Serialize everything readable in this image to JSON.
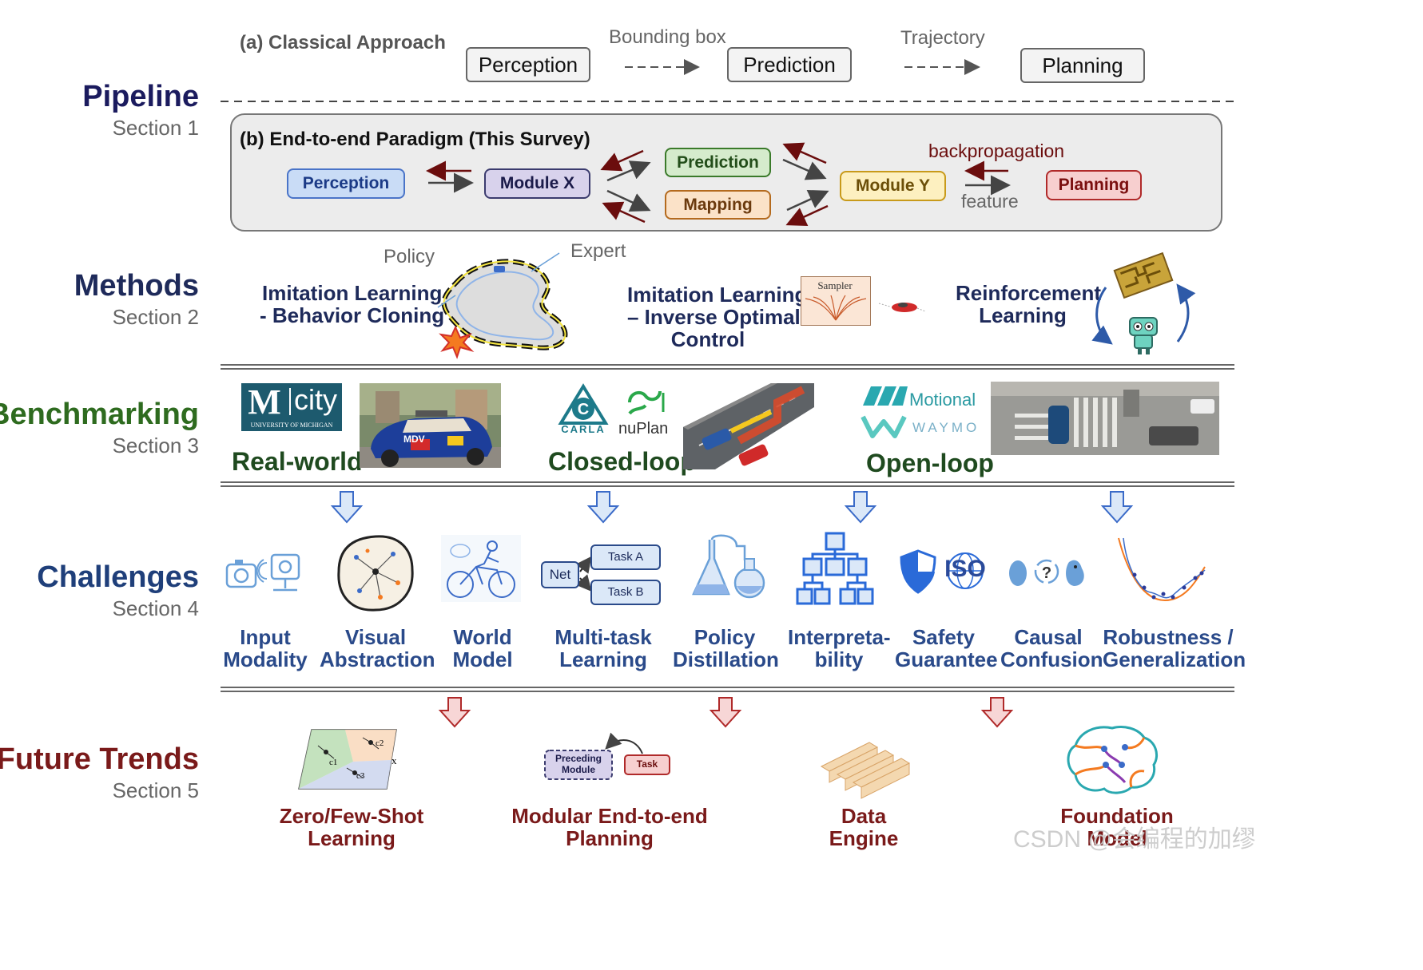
{
  "sections": {
    "pipeline": {
      "title": "Pipeline",
      "sub": "Section 1",
      "color": "#1b1b5e"
    },
    "methods": {
      "title": "Methods",
      "sub": "Section 2",
      "color": "#1e2a5a"
    },
    "benchmarking": {
      "title": "Benchmarking",
      "sub": "Section 3",
      "color": "#2e6b1f"
    },
    "challenges": {
      "title": "Challenges",
      "sub": "Section 4",
      "color": "#1f3f7a"
    },
    "future": {
      "title": "Future Trends",
      "sub": "Section 5",
      "color": "#7a1a1a"
    }
  },
  "classical": {
    "heading": "(a) Classical Approach",
    "perception": "Perception",
    "prediction": "Prediction",
    "planning": "Planning",
    "edge1": "Bounding box",
    "edge2": "Trajectory"
  },
  "e2e": {
    "heading": "(b) End-to-end Paradigm (This Survey)",
    "perception": "Perception",
    "module_x": "Module X",
    "prediction": "Prediction",
    "mapping": "Mapping",
    "module_y": "Module Y",
    "planning": "Planning",
    "backprop": "backpropagation",
    "feature": "feature"
  },
  "methods": {
    "policy": "Policy",
    "expert": "Expert",
    "bc_line1": "Imitation Learning",
    "bc_line2": "- Behavior Cloning",
    "ioc_line1": "Imitation Learning",
    "ioc_line2": "– Inverse Optimal",
    "ioc_line3": "Control",
    "sampler": "Sampler",
    "rl_line1": "Reinforcement",
    "rl_line2": "Learning"
  },
  "benchmarking": {
    "realworld": "Real-world",
    "closedloop": "Closed-loop",
    "openloop": "Open-loop",
    "mcity_m": "M",
    "mcity_city": "city",
    "mcity_univ": "UNIVERSITY OF MICHIGAN",
    "carla": "CARLA",
    "nuplan": "nuPlan",
    "motional": "Motional",
    "waymo": "WAYMO",
    "car_tag": "MDV"
  },
  "challenges": [
    {
      "l1": "Input",
      "l2": "Modality"
    },
    {
      "l1": "Visual",
      "l2": "Abstraction"
    },
    {
      "l1": "World",
      "l2": "Model"
    },
    {
      "l1": "Multi-task",
      "l2": "Learning"
    },
    {
      "l1": "Policy",
      "l2": "Distillation"
    },
    {
      "l1": "Interpreta-",
      "l2": "bility"
    },
    {
      "l1": "Safety",
      "l2": "Guarantee"
    },
    {
      "l1": "Causal",
      "l2": "Confusion"
    },
    {
      "l1": "Robustness /",
      "l2": "Generalization"
    }
  ],
  "multitask": {
    "net": "Net",
    "task_a": "Task A",
    "task_b": "Task B"
  },
  "iso": "ISO",
  "future": [
    {
      "l1": "Zero/Few-Shot",
      "l2": "Learning"
    },
    {
      "l1": "Modular End-to-end",
      "l2": "Planning"
    },
    {
      "l1": "Data",
      "l2": "Engine"
    },
    {
      "l1": "Foundation",
      "l2": "Model"
    }
  ],
  "modular": {
    "preceding_l1": "Preceding",
    "preceding_l2": "Module",
    "task": "Task"
  },
  "cluster": {
    "c1": "c1",
    "c2": "c2",
    "c3": "c3",
    "x": "x"
  },
  "watermark": "CSDN @会编程的加缪"
}
